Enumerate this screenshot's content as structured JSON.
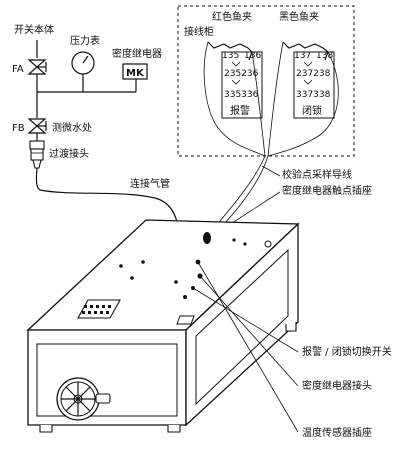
{
  "labels": {
    "switch_body": "开关本体",
    "pressure_gauge": "压力表",
    "density_relay": "密度继电器",
    "mk": "MK",
    "valve_fa": "FA",
    "valve_fb": "FB",
    "measure_point": "测微水处",
    "transition_joint": "过渡接头",
    "connecting_pipe": "连接气管",
    "terminal_box": "接线柜",
    "red_clip": "红色鱼夹",
    "black_clip": "黑色鱼夹",
    "t135": "135",
    "t136": "136",
    "t137": "137",
    "t138": "138",
    "t235_236": "235236",
    "t335_336": "335336",
    "t237_238": "237238",
    "t337_338": "337338",
    "alarm": "报警",
    "lockout": "闭锁",
    "sampling_wire": "校验点采样导线",
    "contact_socket": "密度继电器触点插座",
    "switch_toggle": "报警 / 闭锁切换开关",
    "relay_joint": "密度继电器接头",
    "temp_socket": "温度传感器插座"
  }
}
